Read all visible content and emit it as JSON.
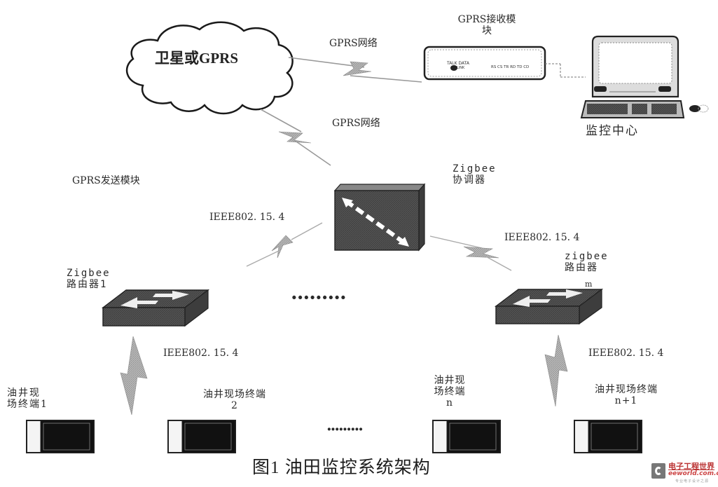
{
  "diagram": {
    "caption": "图1  油田监控系统架构",
    "cloud": {
      "label": "卫星或GPRS"
    },
    "gprs_receiver": {
      "label_line1": "GPRS接收模",
      "label_line2": "块",
      "panel_left": "TALK DATA",
      "panel_left2": "LINK",
      "panel_right": "RS CS TR RD TD CD"
    },
    "monitor_center": {
      "label": "监控中心"
    },
    "links": {
      "gprs_top": "GPRS网络",
      "gprs_mid": "GPRS网络",
      "ieee_left": "IEEE802. 15. 4",
      "ieee_right": "IEEE802. 15. 4",
      "ieee_bottom_left": "IEEE802. 15. 4",
      "ieee_bottom_right": "IEEE802. 15. 4"
    },
    "gprs_sender": {
      "label": "GPRS发送模块"
    },
    "coordinator": {
      "line1": "Zigbee",
      "line2": "协调器"
    },
    "router_1": {
      "line1": "Zigbee",
      "line2": "路由器1"
    },
    "router_m": {
      "line1": "zigbee",
      "line2": "路由器",
      "index": "m"
    },
    "routers_ellipsis": "·········",
    "terminals": [
      {
        "line1": "油井现",
        "line2": "场终端1",
        "line3": ""
      },
      {
        "line1": "油井现场终端",
        "line2": "2",
        "line3": ""
      },
      {
        "line1": "油井现",
        "line2": "场终端",
        "line3": "n"
      },
      {
        "line1": "油井现场终端",
        "line2": "n+1",
        "line3": ""
      }
    ],
    "terminals_ellipsis": "·········"
  },
  "watermark": {
    "cn": "电子工程世界",
    "en": "eeworld.com.cn",
    "sub": "专业电子设计之源"
  }
}
